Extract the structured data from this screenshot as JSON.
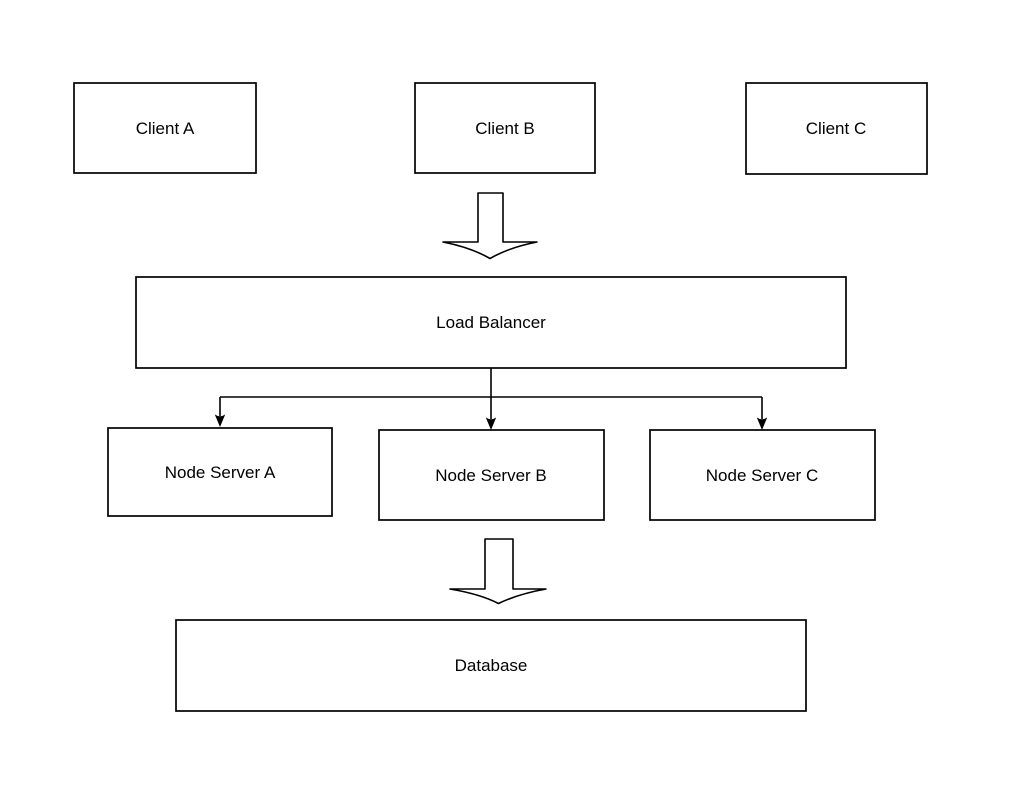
{
  "diagram": {
    "type": "flowchart",
    "background_color": "#ffffff",
    "line_color": "#000000",
    "text_color": "#000000",
    "nodes": [
      {
        "id": "client-a",
        "label": "Client A"
      },
      {
        "id": "client-b",
        "label": "Client B"
      },
      {
        "id": "client-c",
        "label": "Client C"
      },
      {
        "id": "load-balancer",
        "label": "Load Balancer"
      },
      {
        "id": "node-server-a",
        "label": "Node Server A"
      },
      {
        "id": "node-server-b",
        "label": "Node Server B"
      },
      {
        "id": "node-server-c",
        "label": "Node Server C"
      },
      {
        "id": "database",
        "label": "Database"
      }
    ],
    "edges": [
      {
        "from": "client-b",
        "to": "load-balancer",
        "style": "block-arrow-down"
      },
      {
        "from": "load-balancer",
        "to": "node-server-a",
        "style": "elbow-line-arrow"
      },
      {
        "from": "load-balancer",
        "to": "node-server-b",
        "style": "straight-line-arrow"
      },
      {
        "from": "load-balancer",
        "to": "node-server-c",
        "style": "elbow-line-arrow"
      },
      {
        "from": "node-server-b",
        "to": "database",
        "style": "block-arrow-down"
      }
    ]
  }
}
